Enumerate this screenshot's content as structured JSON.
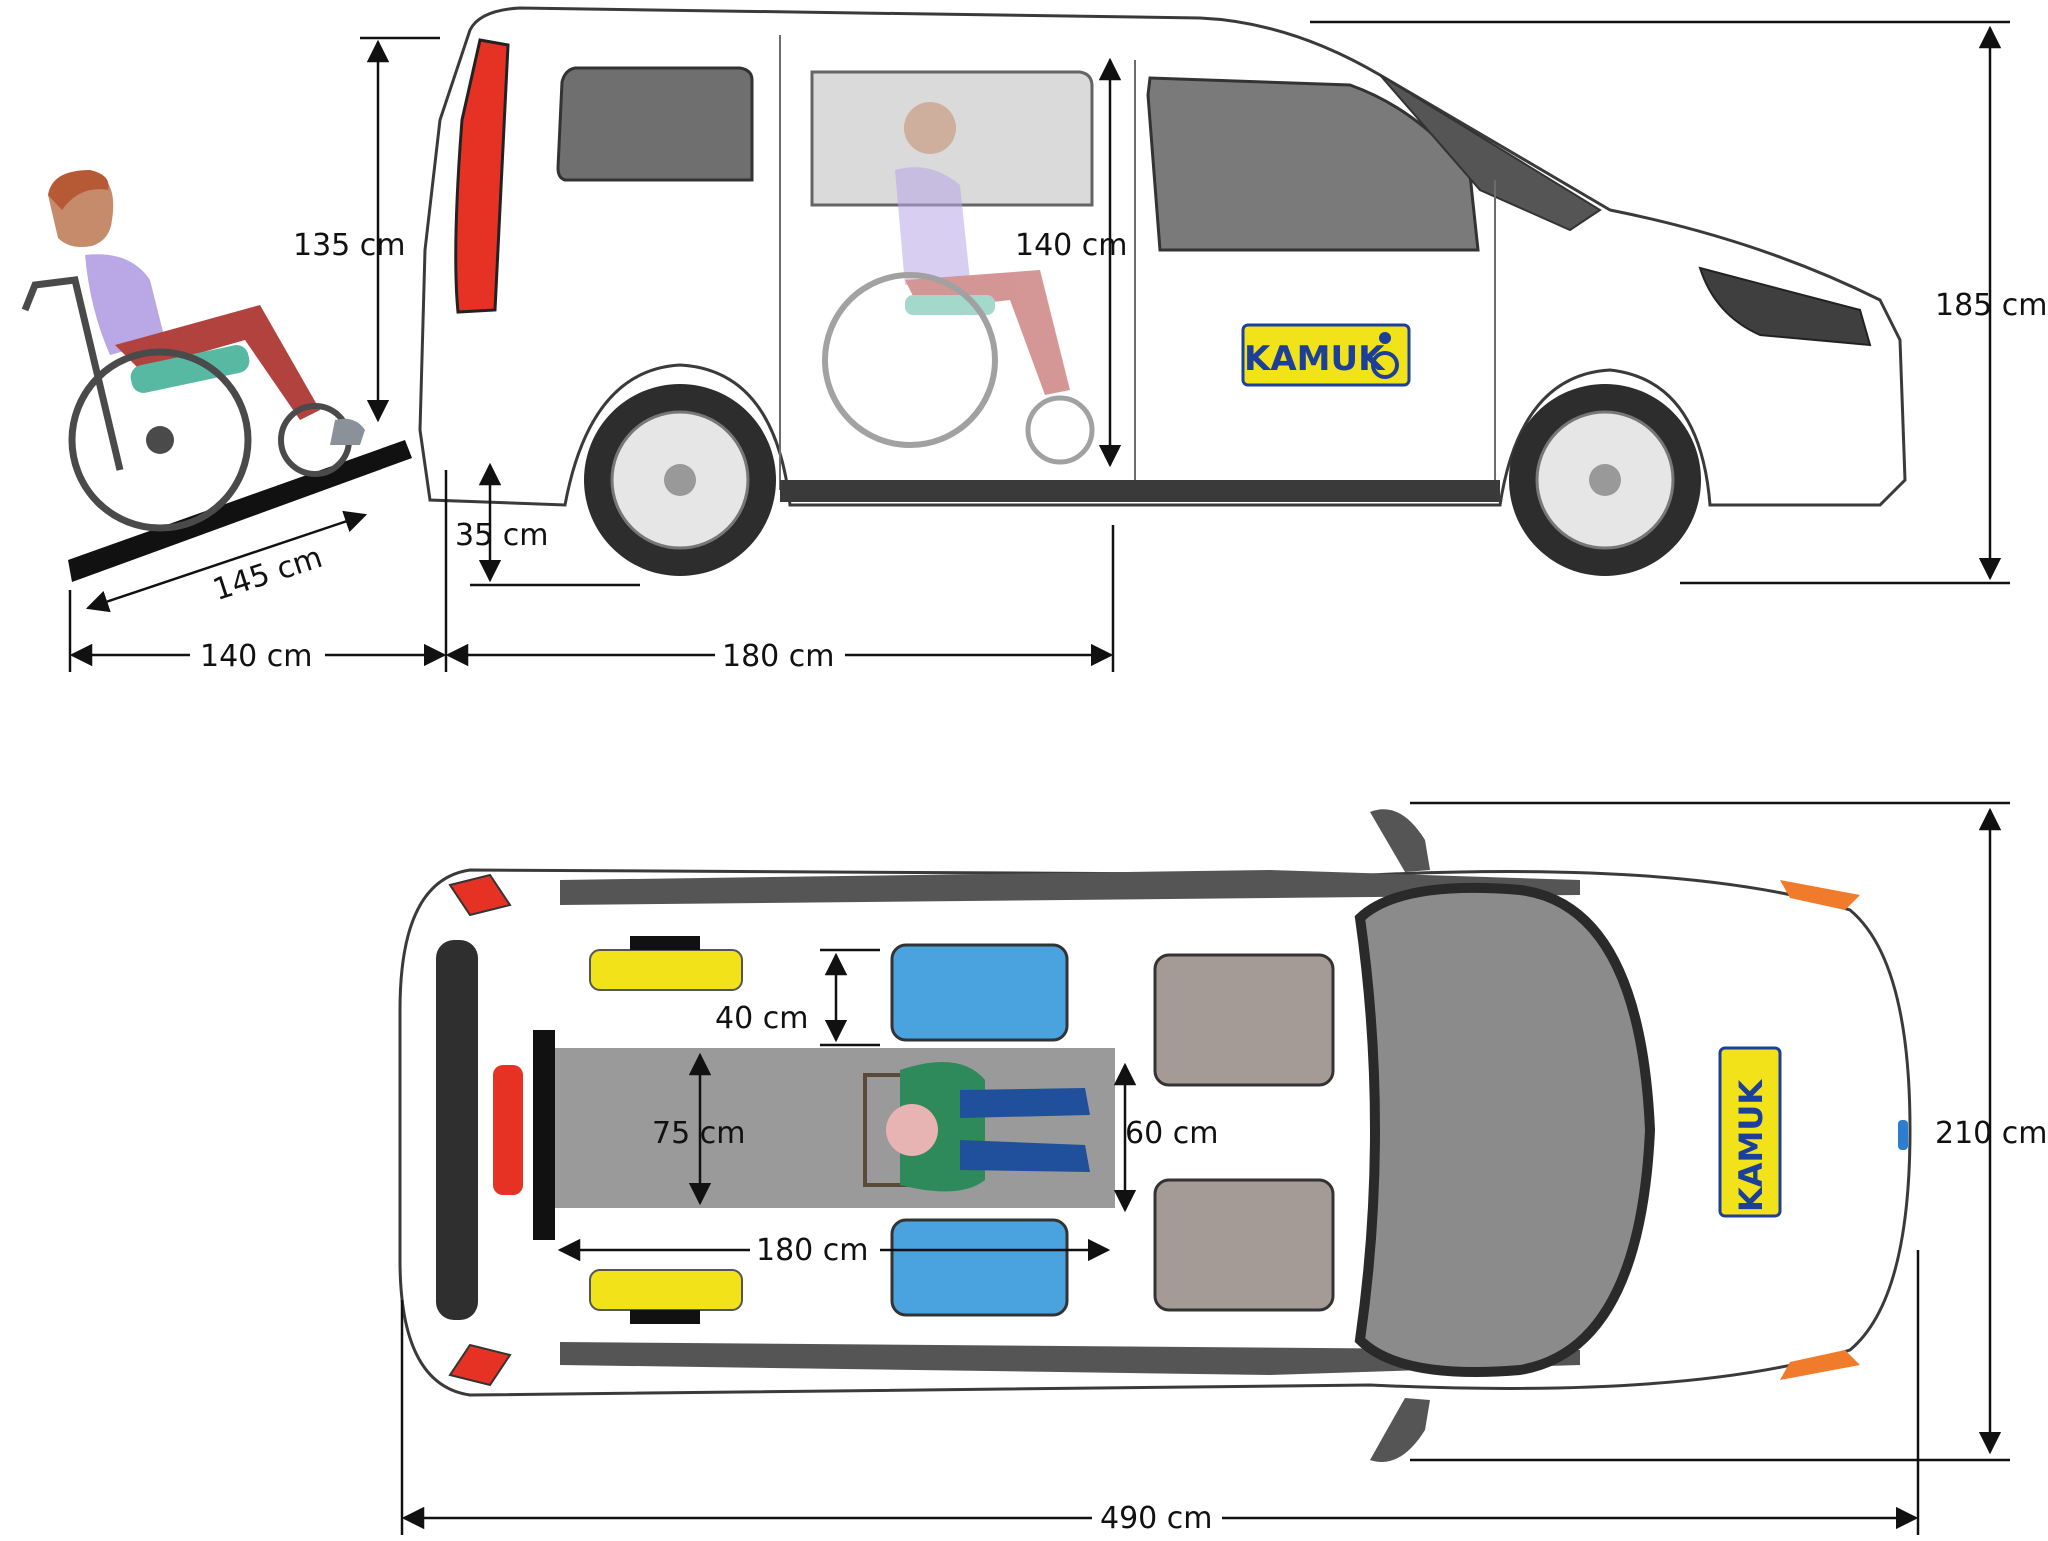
{
  "logo": {
    "text_side": "KAMUK",
    "text_top": "KAMUK"
  },
  "side_view": {
    "ramp_height_label": "135 cm",
    "door_height_label": "140 cm",
    "vehicle_height_label": "185 cm",
    "ramp_length_label": "145 cm",
    "floor_height_label": "35 cm",
    "ramp_footprint_label": "140 cm",
    "floor_length_label": "180 cm"
  },
  "top_view": {
    "seat_gap_label": "40 cm",
    "floor_width_label": "75 cm",
    "door_width_label": "60 cm",
    "floor_length_label": "180 cm",
    "vehicle_width_label": "210 cm",
    "vehicle_length_label": "490 cm"
  },
  "colors": {
    "logo_bg": "#f2e21a",
    "logo_text": "#1b3f9a",
    "blue_seat": "#4aa3df",
    "grey_seat": "#a59b96",
    "yellow_seat": "#f2e21a",
    "floor": "#9a9a9a",
    "tail_light": "#e63224",
    "shirt_purple": "#b9a7e6",
    "pants_red": "#b2423e",
    "cushion_teal": "#58b9a2",
    "shirt_green": "#2e8a5b",
    "pants_blue": "#20509b"
  }
}
